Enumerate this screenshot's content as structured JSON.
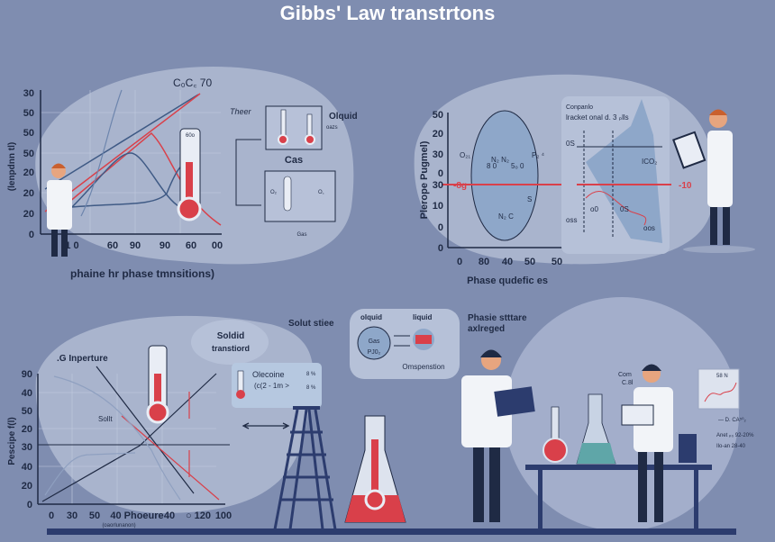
{
  "title": "Gibbs' Law transtrtons",
  "panel_top_left": {
    "chart_title": "C₀C꜀ 70",
    "y_label": "(lenpdnn tl)",
    "y_ticks": [
      "30",
      "50",
      "50",
      "50",
      "20",
      "20",
      "20",
      "0"
    ],
    "x_ticks": [
      "1 0",
      "60",
      "90",
      "90",
      "60",
      "00"
    ],
    "x_label": "phaine hr phase tmnsitions)",
    "thermo_label": "60o",
    "side_label": "Theer",
    "box1_label": "Olquid",
    "box1_sub": "oazs",
    "box_caption": "Cas",
    "box2_left": "O₂",
    "box2_right": "O꜀",
    "box2_caption": "Gas"
  },
  "panel_top_right": {
    "y_label": "Plerope Pugmel)",
    "y_ticks": [
      "50",
      "20",
      "30",
      "0",
      "30",
      "10",
      "0",
      "0"
    ],
    "x_ticks": [
      "0",
      "80",
      "40",
      "50",
      "50"
    ],
    "x_label": "Phase qudefic es",
    "left_marker": "-8g",
    "right_marker": "-10",
    "annot": [
      "O₂₁",
      "P₂ ⁴",
      "N₂ N₂",
      "8 0",
      "5₀ 0",
      "N₂ C",
      "S"
    ],
    "inset_title": "Conpanlo",
    "inset_sub": "lracket onal d. 3 ₚlls",
    "inset_labels": [
      "0S",
      "ICO₂",
      "o0",
      "0S",
      "oss",
      "oos"
    ]
  },
  "panel_bottom_left": {
    "chart_title": ".G Inperture",
    "y_label": "Pescipe f(l)",
    "y_ticks": [
      "90",
      "40",
      "50",
      "20",
      "30",
      "40",
      "20",
      "0"
    ],
    "x_ticks": [
      "0",
      "30",
      "50",
      "40 Phoeure",
      "40",
      "○ 120",
      "100"
    ],
    "x_sublabel": "(oaorlunanon)",
    "curve_label": "Sollt",
    "bubble": [
      "Soldid",
      "transtiord"
    ],
    "card_title": "Olecoine",
    "card_sub": "(c(2 - 1m >",
    "card_vals": [
      "8 %",
      "8 %"
    ]
  },
  "bubble_states": {
    "title": "Solut stiee",
    "top": "olquid",
    "liquid": "liquid",
    "gas": [
      "Gas",
      "PJ0₂"
    ],
    "bottom": "Omspenstion"
  },
  "lab": {
    "heading": [
      "Phasie stttare",
      "axlreged"
    ],
    "note": [
      "Com",
      "C.8l"
    ],
    "mini_chart_label": "58 N",
    "formulas": [
      "— D. CA⁵⁰₂",
      "Anet ₚ₀ 92-20%",
      "Ilo-an 28-40"
    ]
  }
}
